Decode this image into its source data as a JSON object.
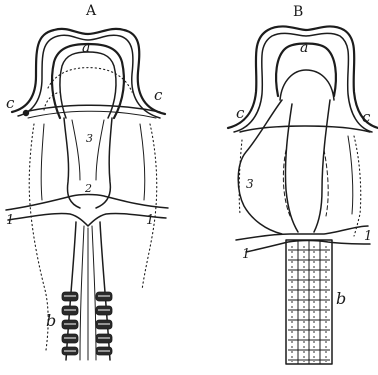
{
  "figure_a": {
    "title": "A",
    "labels": {
      "a": "a",
      "c_left": "c",
      "c_right": "c",
      "three": "3",
      "two": "2",
      "one_left": "1",
      "one_right": "1",
      "b": "b"
    }
  },
  "figure_b": {
    "title": "B",
    "labels": {
      "a": "a",
      "c_left": "c",
      "c_right": "c",
      "three": "3",
      "one_left": "1",
      "one_right": "1",
      "b": "b"
    }
  },
  "colors": {
    "ink": "#1c1c1c",
    "paper": "#ffffff"
  }
}
